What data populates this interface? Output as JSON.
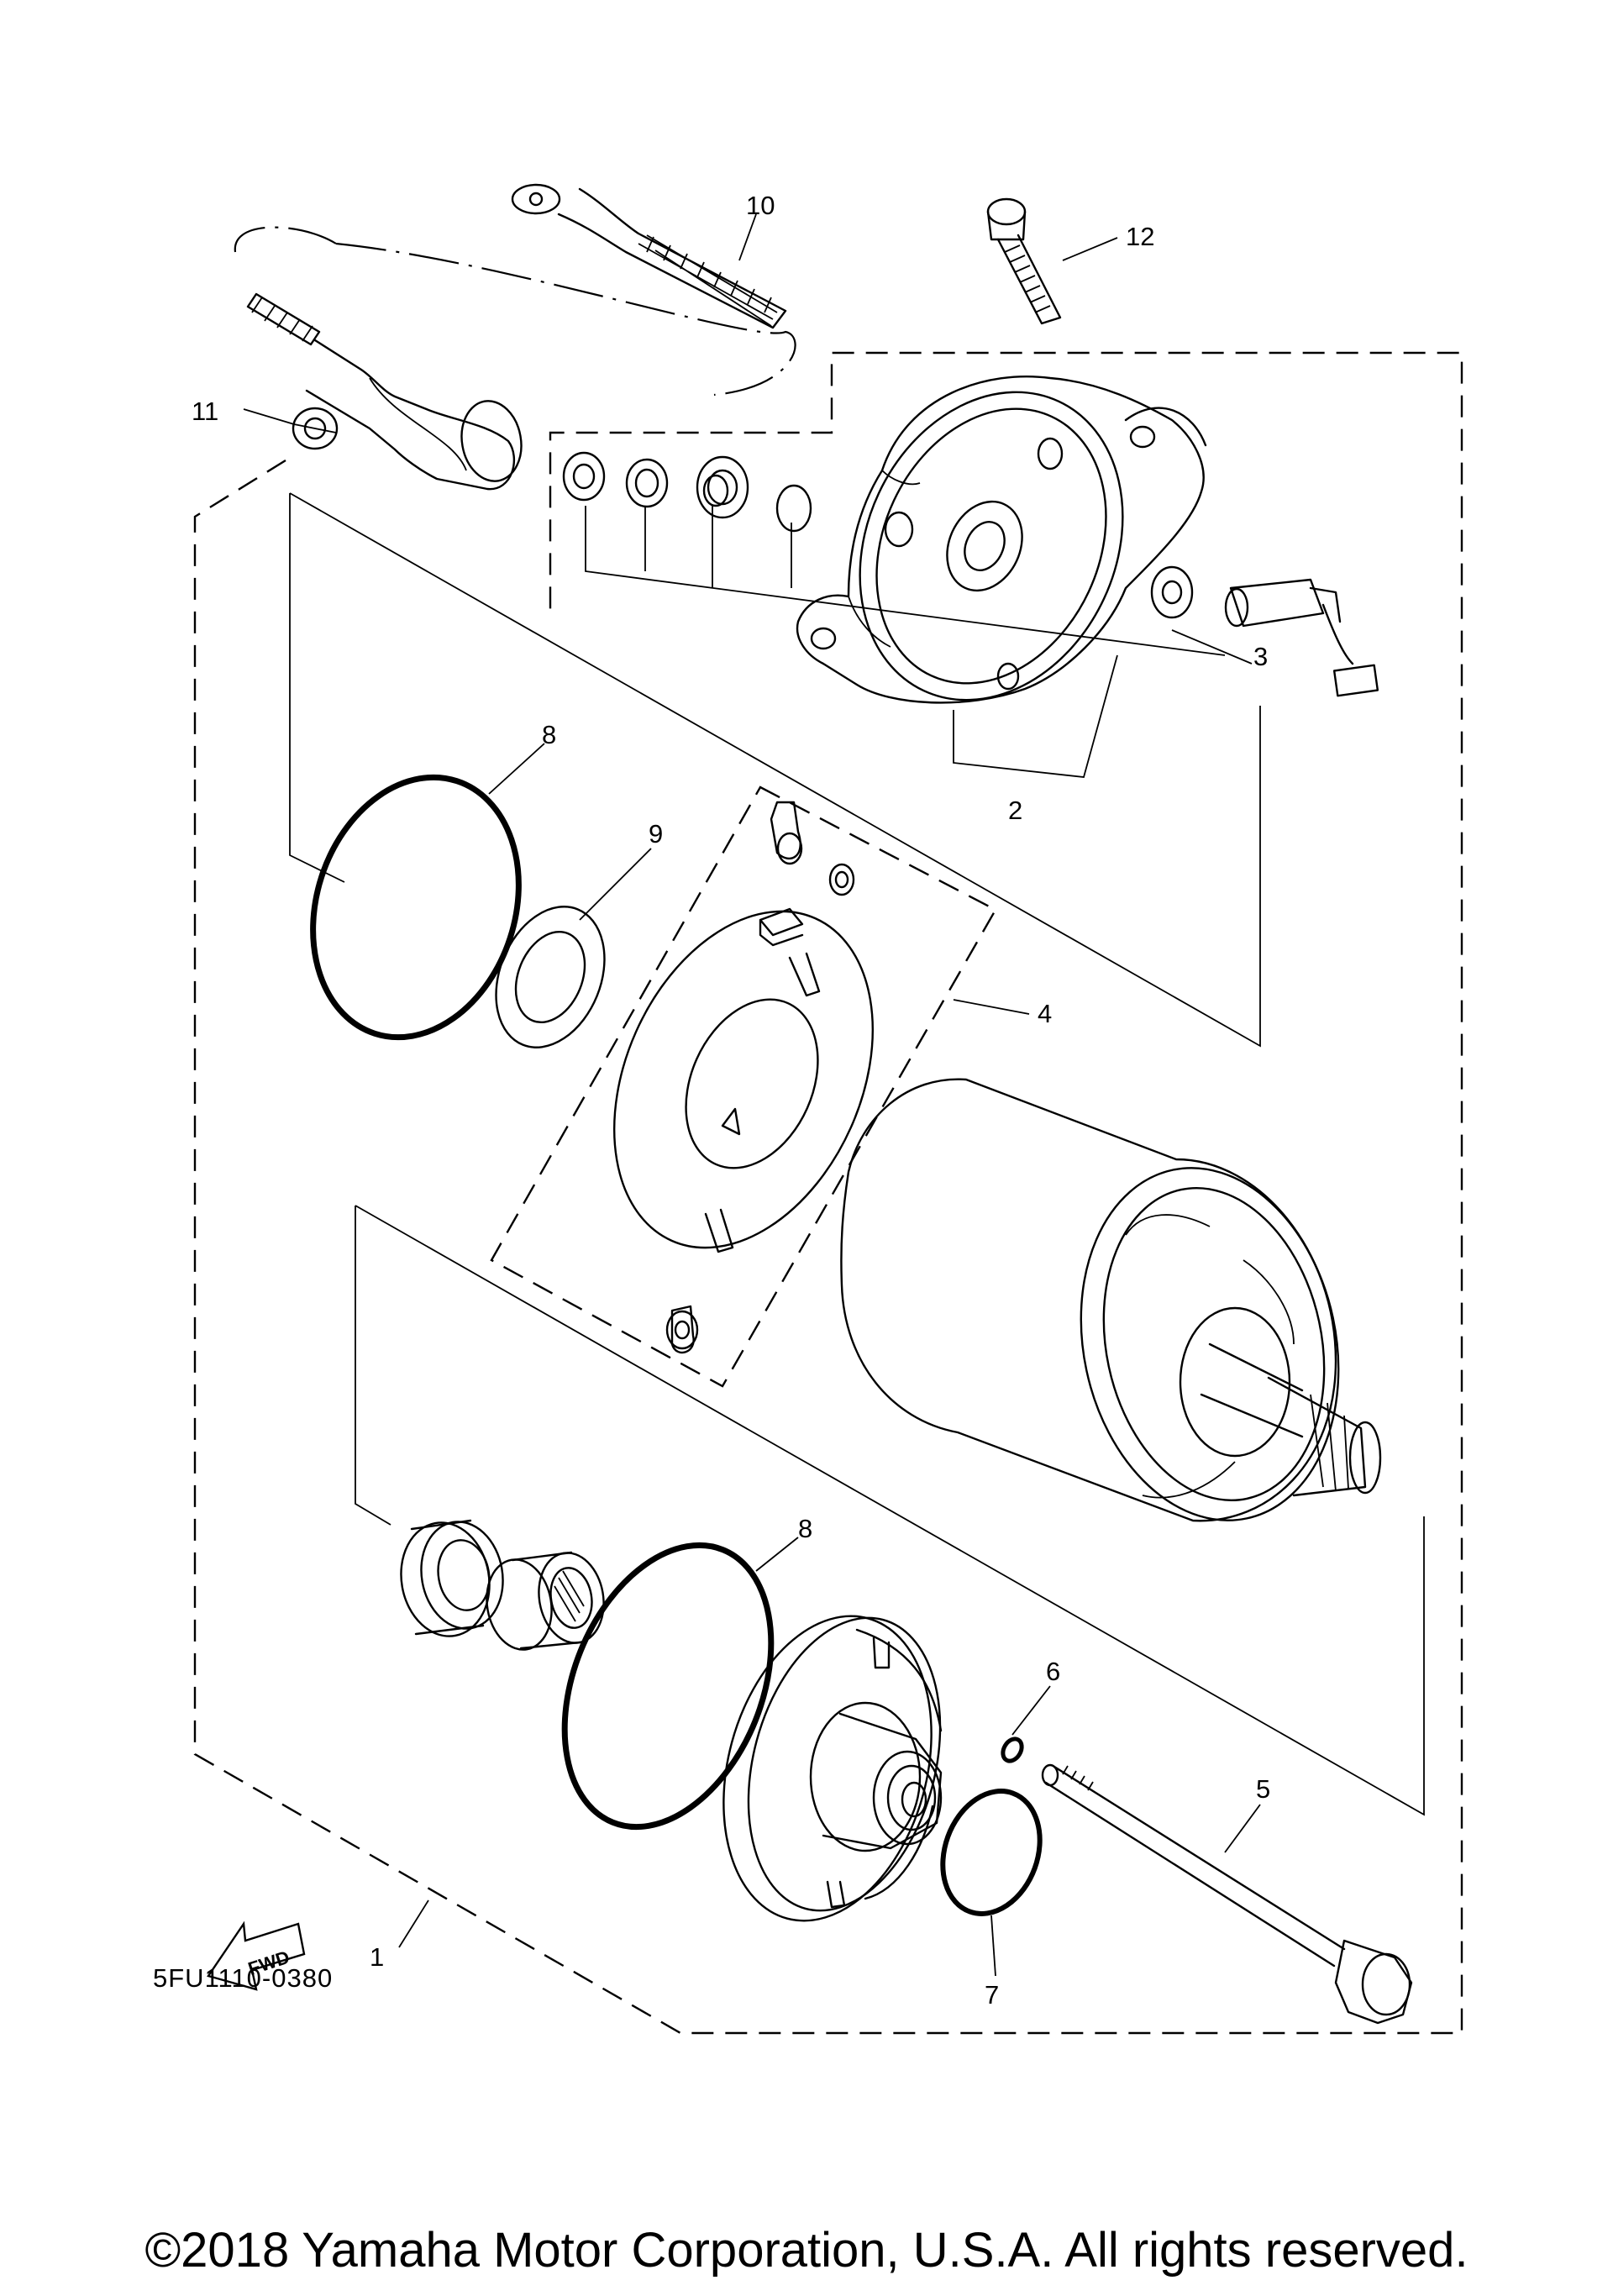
{
  "diagram": {
    "code": "5FU1110-0380",
    "fwd_label": "FWD",
    "copyright": "©2018 Yamaha Motor Corporation, U.S.A. All rights reserved."
  },
  "callouts": [
    {
      "id": "1",
      "label": "1"
    },
    {
      "id": "2",
      "label": "2"
    },
    {
      "id": "3",
      "label": "3"
    },
    {
      "id": "4",
      "label": "4"
    },
    {
      "id": "5",
      "label": "5"
    },
    {
      "id": "6",
      "label": "6"
    },
    {
      "id": "7",
      "label": "7"
    },
    {
      "id": "8a",
      "label": "8"
    },
    {
      "id": "8b",
      "label": "8"
    },
    {
      "id": "9",
      "label": "9"
    },
    {
      "id": "10",
      "label": "10"
    },
    {
      "id": "11",
      "label": "11"
    },
    {
      "id": "12",
      "label": "12"
    }
  ]
}
